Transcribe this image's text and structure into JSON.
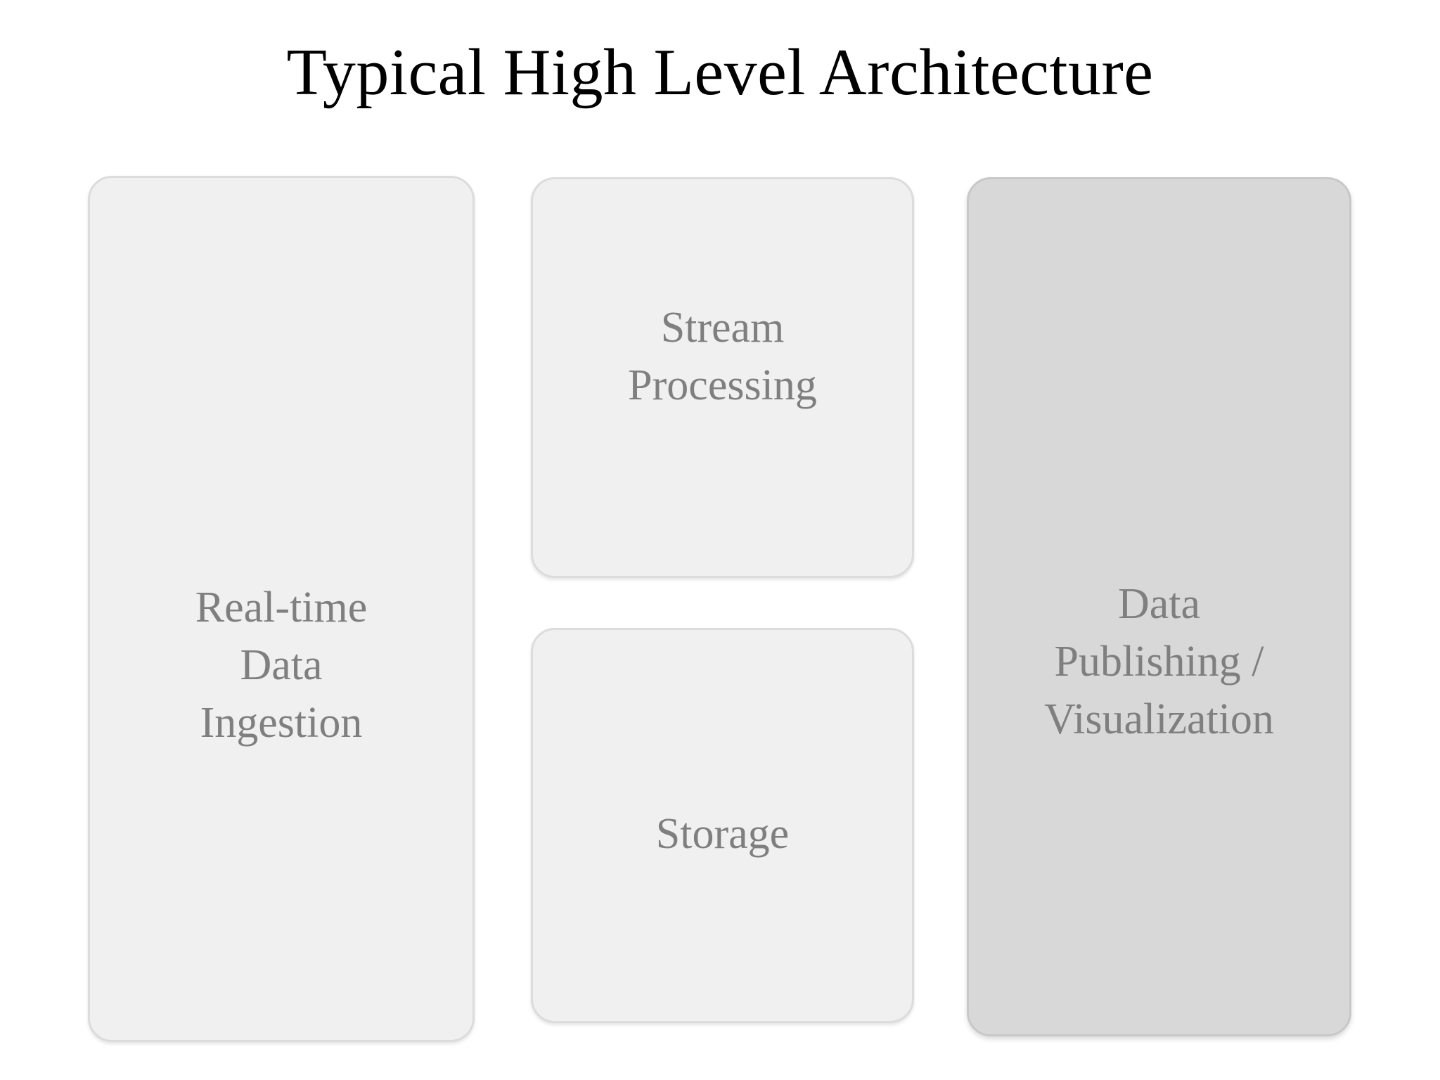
{
  "slide": {
    "title": "Typical High Level Architecture",
    "background_color": "#ffffff",
    "title_color": "#000000"
  },
  "diagram": {
    "type": "block-architecture",
    "accent_color": "#d8d8d8",
    "box_fill_color": "#f0f0f0",
    "box_border_color": "#dcdcdc",
    "box_text_color": "#7f7f7f",
    "columns": [
      {
        "name": "ingestion-column",
        "boxes": [
          {
            "id": "ingestion",
            "label": "Real-time\nData\nIngestion",
            "emphasis": "normal"
          }
        ]
      },
      {
        "name": "processing-column",
        "boxes": [
          {
            "id": "stream",
            "label": "Stream\nProcessing",
            "emphasis": "normal"
          },
          {
            "id": "storage",
            "label": "Storage",
            "emphasis": "normal"
          }
        ]
      },
      {
        "name": "publishing-column",
        "boxes": [
          {
            "id": "publishing",
            "label": "Data\nPublishing /\nVisualization",
            "emphasis": "highlighted"
          }
        ]
      }
    ]
  }
}
